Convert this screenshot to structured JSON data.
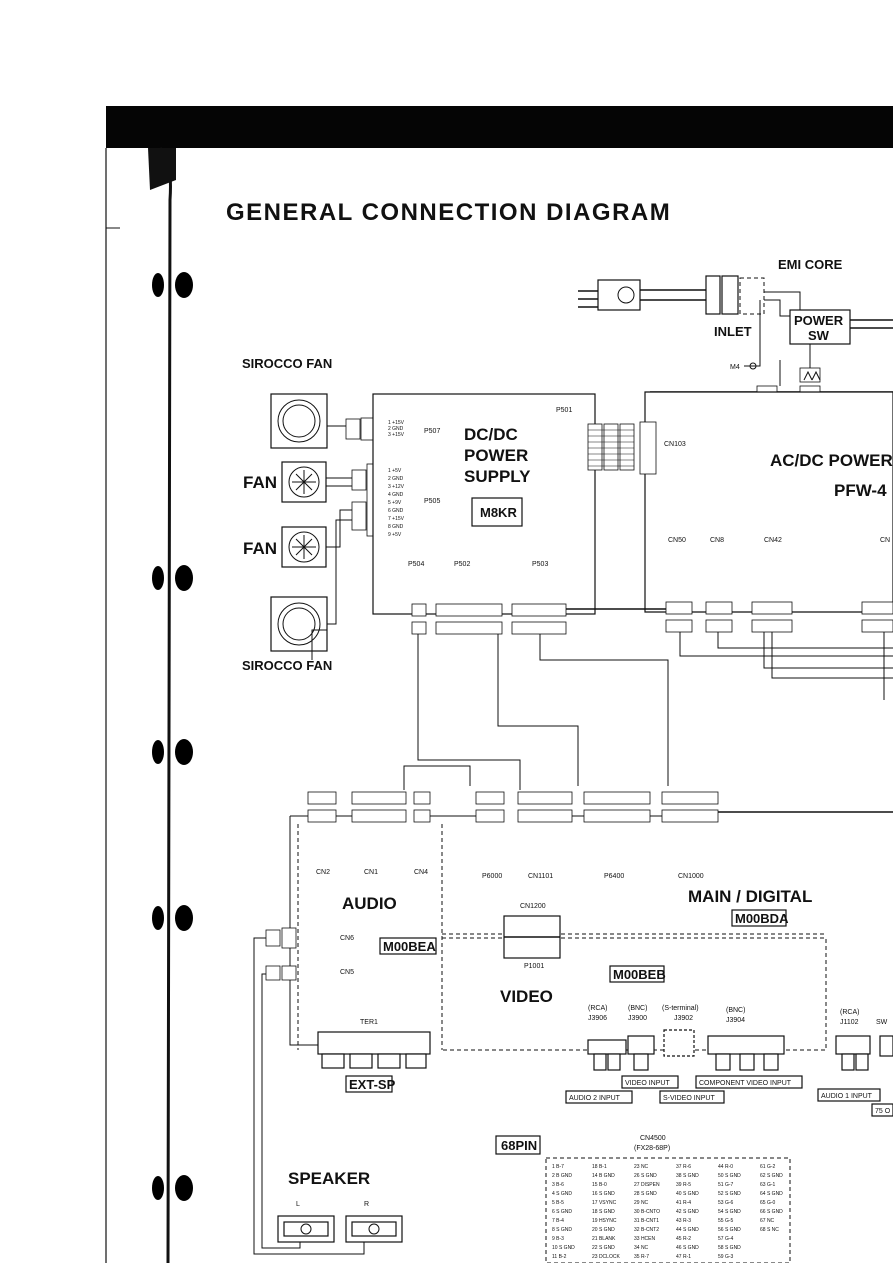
{
  "title": "GENERAL CONNECTION DIAGRAM",
  "labels": {
    "emi_core": "EMI CORE",
    "inlet": "INLET",
    "power_sw_1": "POWER",
    "power_sw_2": "SW",
    "m4": "M4",
    "sirocco_fan_top": "SIROCCO FAN",
    "sirocco_fan_bottom": "SIROCCO FAN",
    "fan_1": "FAN",
    "fan_2": "FAN",
    "dcdc_1": "DC/DC",
    "dcdc_2": "POWER",
    "dcdc_3": "SUPPLY",
    "m8kr": "M8KR",
    "acdc_1": "AC/DC POWER",
    "acdc_2": "PFW-4",
    "p501": "P501",
    "p507": "P507",
    "p505": "P505",
    "p504": "P504",
    "p502": "P502",
    "p503": "P503",
    "cn103": "CN103",
    "cn50": "CN50",
    "cn8": "CN8",
    "cn42": "CN42",
    "cn_edge": "CN",
    "cn2": "CN2",
    "cn1": "CN1",
    "cn4": "CN4",
    "p6000": "P6000",
    "cn1101": "CN1101",
    "p6400": "P6400",
    "cn1000": "CN1000",
    "audio": "AUDIO",
    "main_digital": "MAIN / DIGITAL",
    "m00bda": "M00BDA",
    "m00bea": "M00BEA",
    "m00beb": "M00BEB",
    "cn1200": "CN1200",
    "p1001": "P1001",
    "cn6": "CN6",
    "cn5": "CN5",
    "video": "VIDEO",
    "ter1": "TER1",
    "ext_sp": "EXT-SP",
    "rca1": "(RCA)",
    "j3906": "J3906",
    "bnc1": "(BNC)",
    "j3900": "J3900",
    "sterm": "(S-terminal)",
    "j3902": "J3902",
    "bnc2": "(BNC)",
    "j3904": "J3904",
    "rca2": "(RCA)",
    "j1102": "J1102",
    "sw": "SW",
    "video_input": "VIDEO INPUT",
    "component_video_input": "COMPONENT VIDEO INPUT",
    "audio2_input": "AUDIO 2 INPUT",
    "svideo_input": "S-VIDEO INPUT",
    "audio1_input": "AUDIO 1 INPUT",
    "ohm75": "75 O",
    "pin68": "68PIN",
    "cn4500": "CN4500",
    "fx28": "(FX28-68P)",
    "speaker": "SPEAKER",
    "spk_l": "L",
    "spk_r": "R"
  },
  "pin_table": [
    [
      "1 B-7",
      "18 B-1",
      "23 NC",
      "37 R-6",
      "44 R-0",
      "61 G-2"
    ],
    [
      "2 B GND",
      "14 B GND",
      "26 S GND",
      "38 S GND",
      "50 S GND",
      "62 S GND"
    ],
    [
      "3 B-6",
      "15 B-0",
      "27 DISPEN",
      "39 R-5",
      "51 G-7",
      "63 G-1"
    ],
    [
      "4 S GND",
      "16 S GND",
      "28 S GND",
      "40 S GND",
      "52 S GND",
      "64 S GND"
    ],
    [
      "5 B-5",
      "17 VSYNC",
      "29 NC",
      "41 R-4",
      "53 G-6",
      "65 G-0"
    ],
    [
      "6 S GND",
      "18 S GND",
      "30 B-CNTO",
      "42 S GND",
      "54 S GND",
      "66 S GND"
    ],
    [
      "7 B-4",
      "19 HSYNC",
      "31 B-CNT1",
      "43 R-3",
      "55 G-5",
      "67 NC"
    ],
    [
      "8 S GND",
      "20 S GND",
      "32 B-CNT2",
      "44 S GND",
      "56 S GND",
      "68 S NC"
    ],
    [
      "9 B-3",
      "21 BLANK",
      "33 HCEN",
      "45 R-2",
      "57 G-4",
      ""
    ],
    [
      "10 S GND",
      "22 S GND",
      "34 NC",
      "46 S GND",
      "58 S GND",
      ""
    ],
    [
      "11 B-2",
      "23 DCLOCK",
      "35 R-7",
      "47 R-1",
      "59 G-3",
      ""
    ]
  ]
}
